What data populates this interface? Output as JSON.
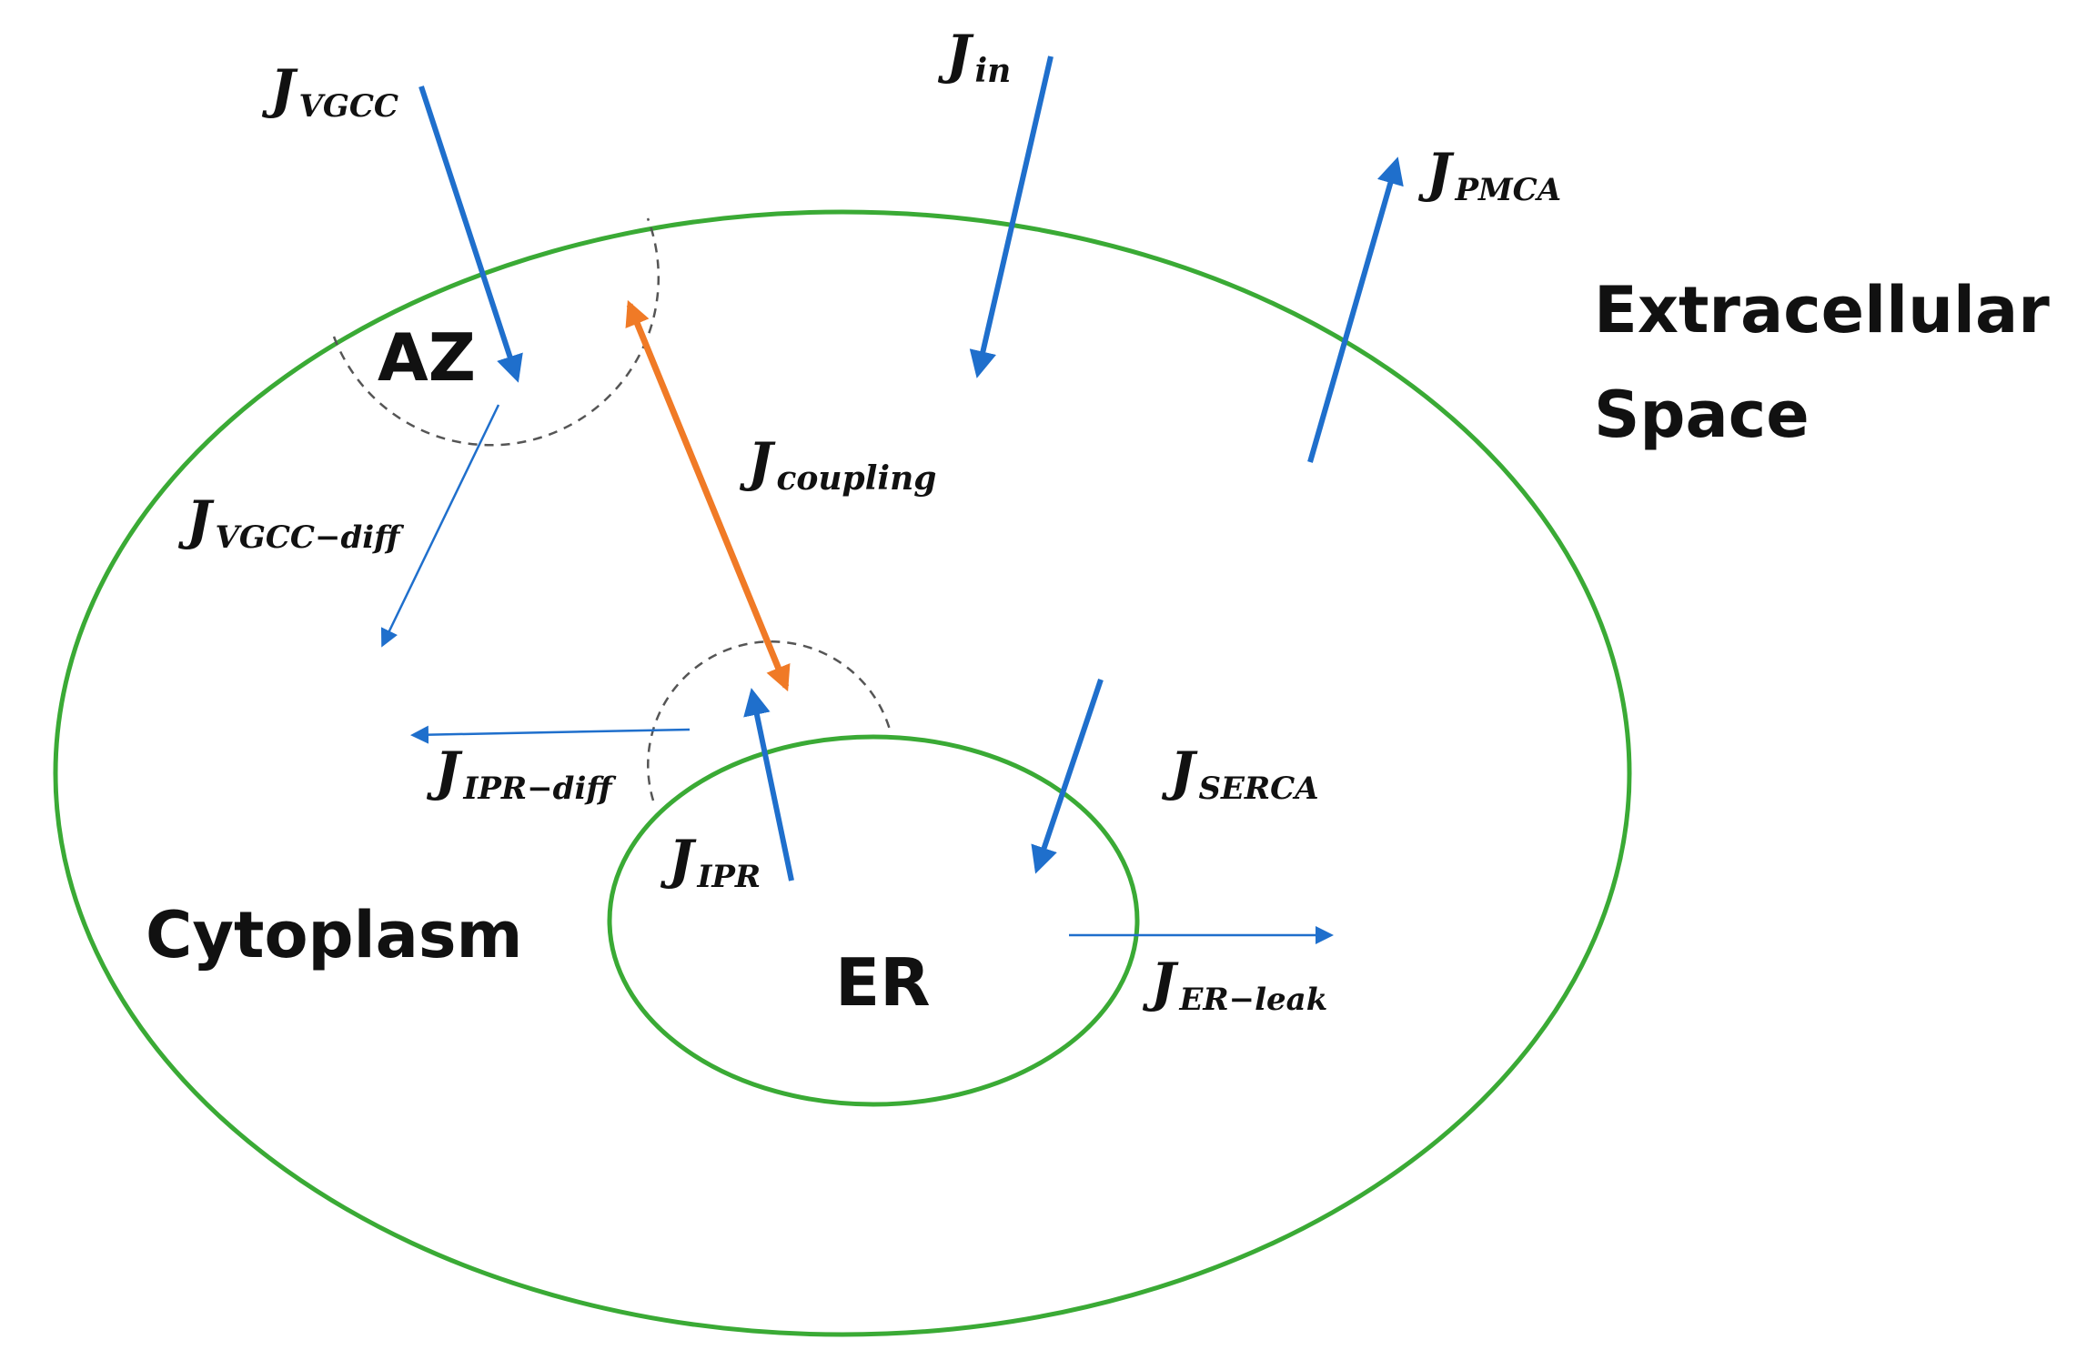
{
  "regions": {
    "extracellular_line1": "Extracellular",
    "extracellular_line2": "Space",
    "cytoplasm": "Cytoplasm",
    "er": "ER",
    "az": "AZ"
  },
  "fluxes": {
    "vgcc": {
      "symbol": "J",
      "subscript": "VGCC"
    },
    "in": {
      "symbol": "J",
      "subscript": "in"
    },
    "pmca": {
      "symbol": "J",
      "subscript": "PMCA"
    },
    "coupling": {
      "symbol": "J",
      "subscript": "coupling"
    },
    "vgcc_diff": {
      "symbol": "J",
      "subscript": "VGCC−diff"
    },
    "ipr_diff": {
      "symbol": "J",
      "subscript": "IPR−diff"
    },
    "ipr": {
      "symbol": "J",
      "subscript": "IPR"
    },
    "serca": {
      "symbol": "J",
      "subscript": "SERCA"
    },
    "er_leak": {
      "symbol": "J",
      "subscript": "ER−leak"
    }
  },
  "colors": {
    "membrane": "#3aaa35",
    "flux_arrow": "#1f6fcc",
    "coupling_arrow": "#f07a26",
    "microdomain": "#555555"
  }
}
